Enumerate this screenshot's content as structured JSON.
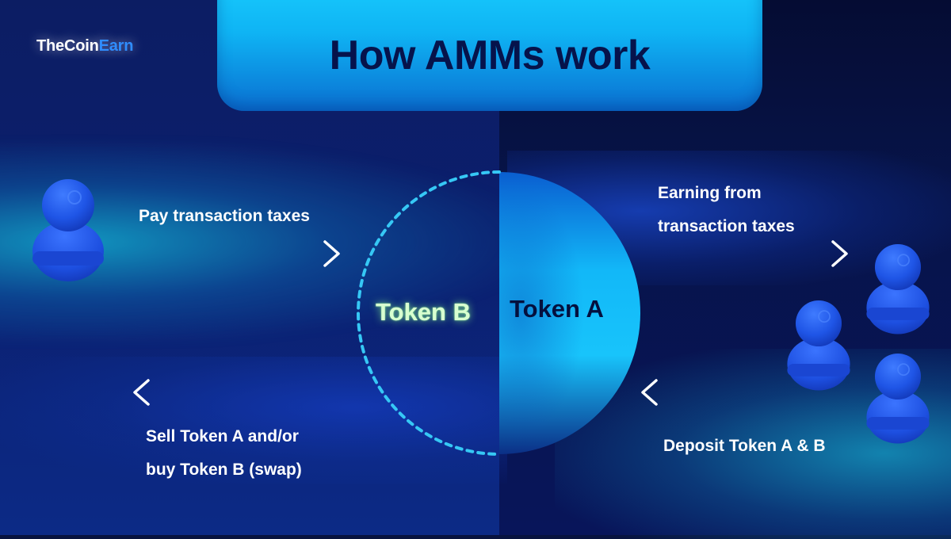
{
  "brand": {
    "name_part1": "TheCoin",
    "name_part2": "Earn"
  },
  "title": "How AMMs work",
  "tokens": {
    "token_b": "Token B",
    "token_a": "Token A"
  },
  "labels": {
    "pay_taxes": "Pay transaction taxes",
    "sell_line1": "Sell Token A and/or",
    "sell_line2": "buy Token B (swap)",
    "earning_line1": "Earning from",
    "earning_line2": "transaction taxes",
    "deposit": "Deposit Token A & B"
  },
  "colors": {
    "title_panel": "#14c2fb",
    "token_a_fill": "#16b6f7",
    "dashed_circle": "#36c8f5",
    "user_icon": "#1f55e6",
    "token_b_glow": "#9dff8f"
  }
}
